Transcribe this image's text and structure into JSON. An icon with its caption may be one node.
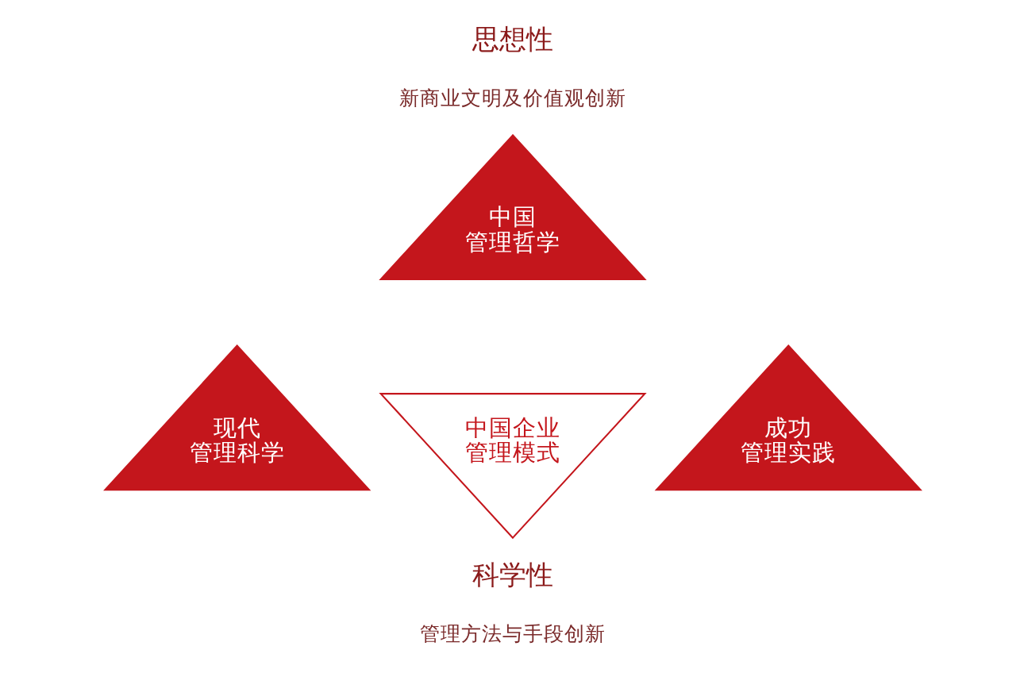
{
  "diagram": {
    "nodes": [
      {
        "text": [
          "中国管理哲学"
        ]
      },
      {
        "text": [
          "中国企业管理模式"
        ]
      },
      {
        "text": [
          "现代管理科学"
        ]
      },
      {
        "text": [
          "成功管理实践"
        ]
      }
    ],
    "labels": [
      "思想性",
      "新商业文明及价值观创新",
      "科学性",
      "管理方法与手段创新"
    ]
  }
}
